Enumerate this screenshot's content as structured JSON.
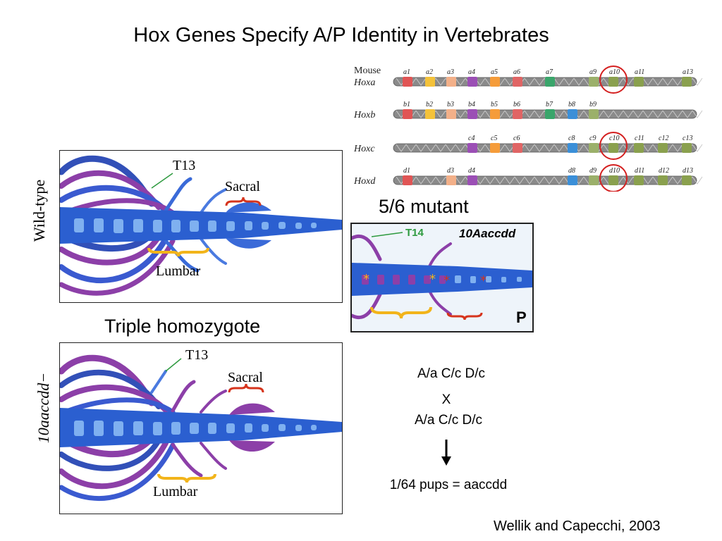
{
  "title": "Hox Genes Specify A/P Identity in Vertebrates",
  "hox_diagram": {
    "species": "Mouse",
    "clusters": [
      {
        "name": "Hoxa",
        "genes": [
          "a1",
          "a2",
          "a3",
          "a4",
          "a5",
          "a6",
          "a7",
          "a9",
          "a10",
          "a11",
          "a13"
        ]
      },
      {
        "name": "Hoxb",
        "genes": [
          "b1",
          "b2",
          "b3",
          "b4",
          "b5",
          "b6",
          "b7",
          "b8",
          "b9"
        ]
      },
      {
        "name": "Hoxc",
        "genes": [
          "c4",
          "c5",
          "c6",
          "c8",
          "c9",
          "c10",
          "c11",
          "c12",
          "c13"
        ]
      },
      {
        "name": "Hoxd",
        "genes": [
          "d1",
          "d3",
          "d4",
          "d8",
          "d9",
          "d10",
          "d11",
          "d12",
          "d13"
        ]
      }
    ],
    "circled": [
      "a10",
      "c10",
      "d10"
    ]
  },
  "wildtype_panel": {
    "side_label": "Wild-type",
    "t_label": "T13",
    "sacral_label": "Sacral",
    "lumbar_label": "Lumbar"
  },
  "mutant_heading": "5/6 mutant",
  "mutant_panel": {
    "t_label": "T14",
    "genotype_label": "10Aaccdd",
    "corner_letter": "P"
  },
  "triple_heading": "Triple homozygote",
  "triple_panel": {
    "side_label": "10aaccdd−",
    "t_label": "T13",
    "sacral_label": "Sacral",
    "lumbar_label": "Lumbar"
  },
  "cross": {
    "parent1": "A/a C/c D/c",
    "symbol": "X",
    "parent2": "A/a C/c D/c",
    "result": "1/64 pups = aaccdd"
  },
  "citation": "Wellik and Capecchi, 2003",
  "colors": {
    "bone_blue": "#2b5fd0",
    "rib_purple": "#8c3fa8",
    "t_green": "#2e9a3f",
    "sacral_red": "#d6341c",
    "lumbar_yellow": "#f2b41a",
    "circle_red": "#d42020"
  }
}
